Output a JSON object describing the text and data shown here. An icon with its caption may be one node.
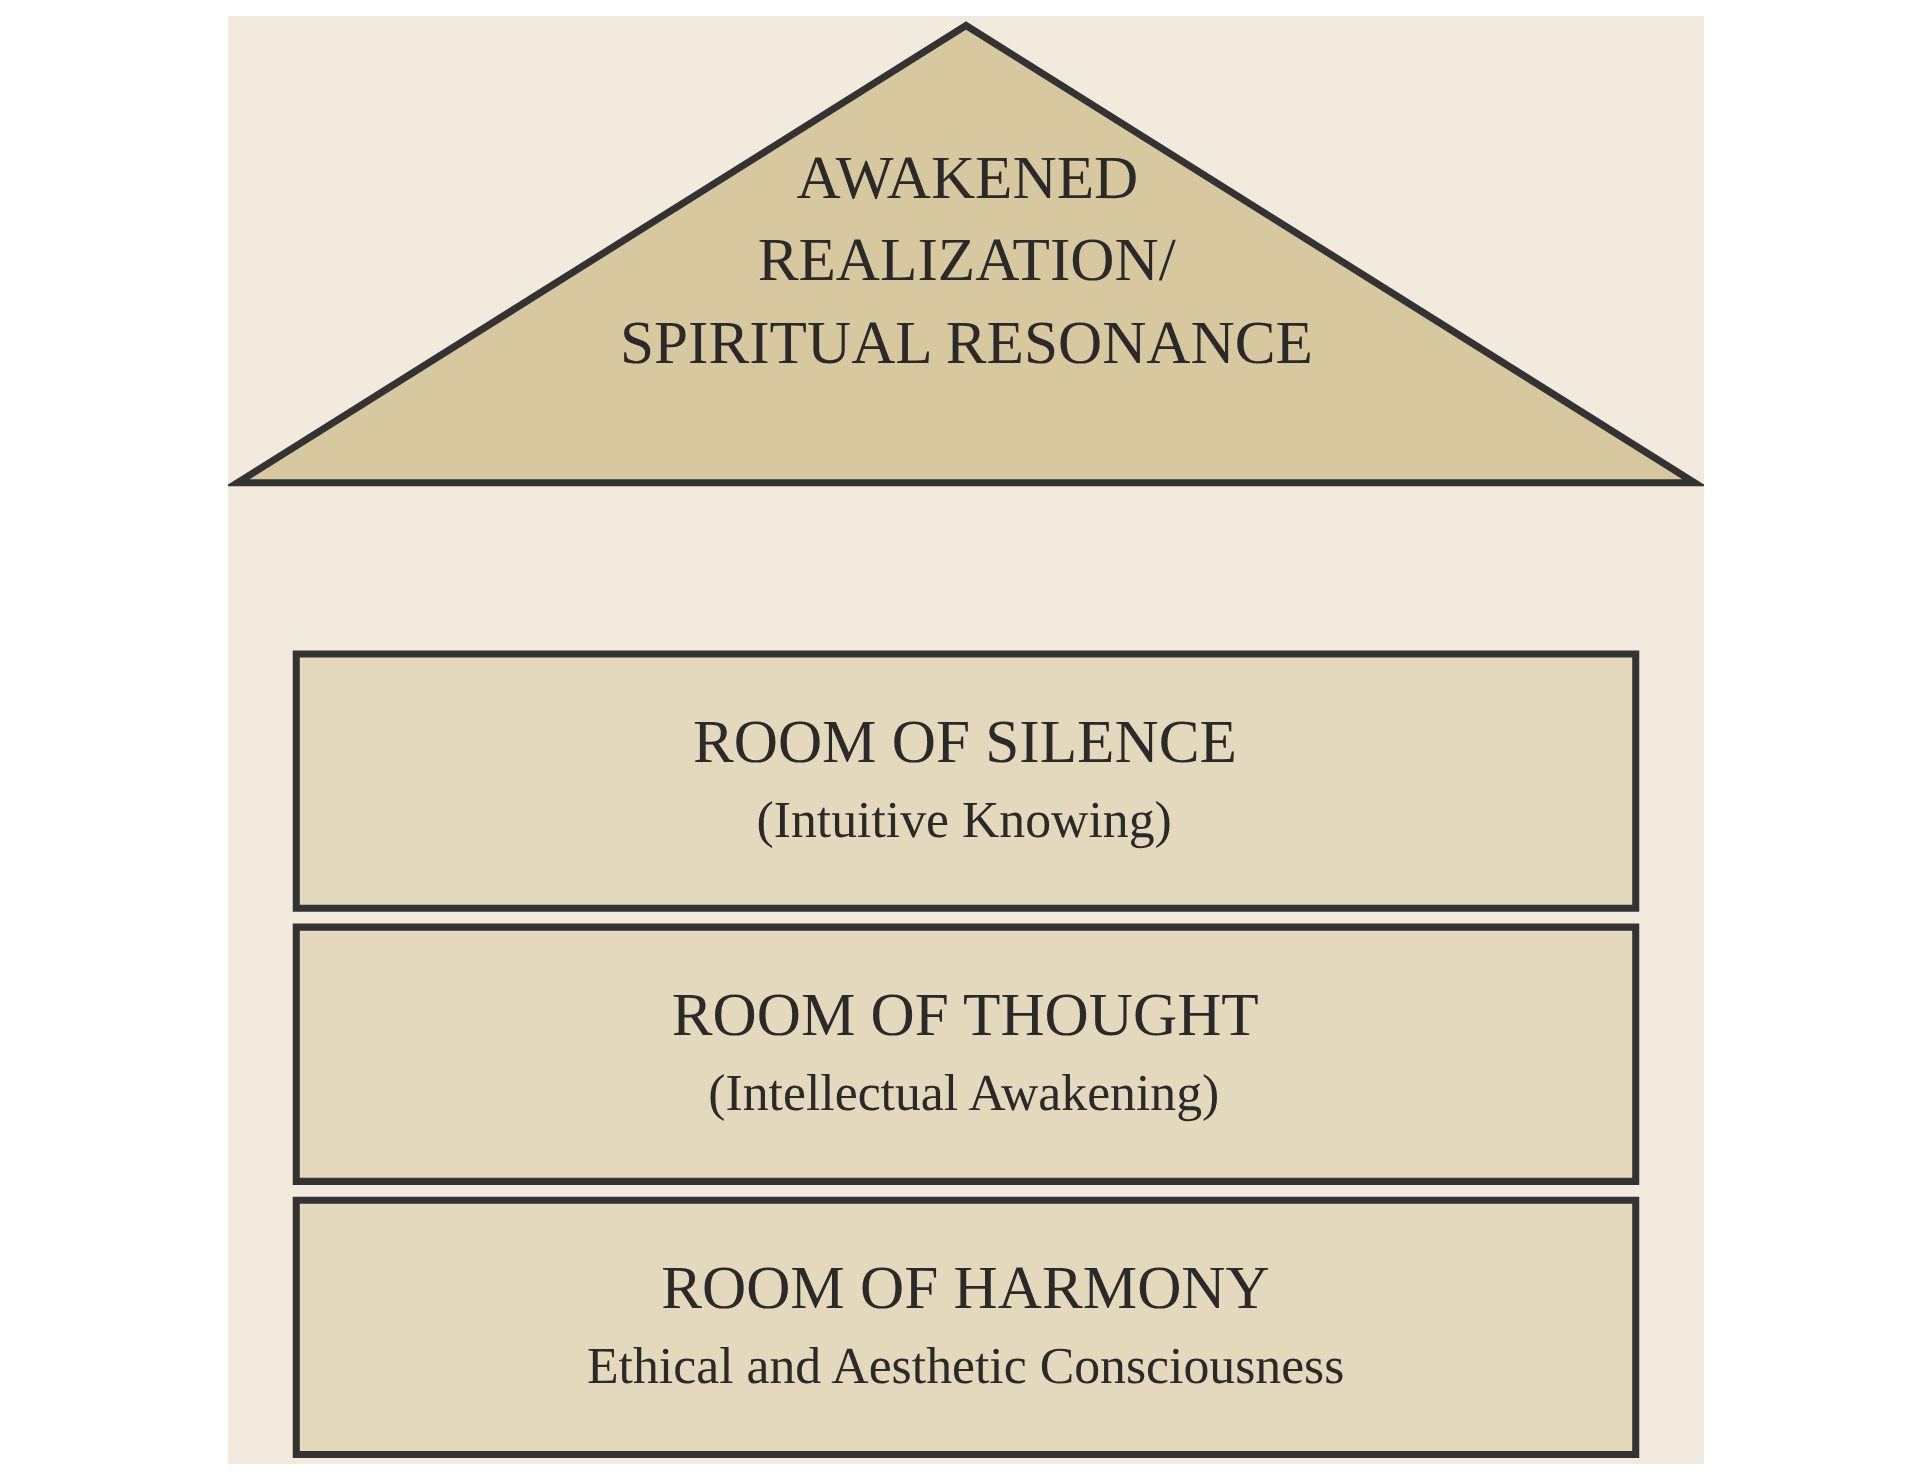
{
  "diagram": {
    "nodes": [
      {
        "text": [
          "AWAKENED REALIZATION/ SPIRITUAL RESONANCE"
        ]
      },
      {
        "text": [
          "ROOM OF SILENCE",
          "(Intuitive Knowing)"
        ]
      },
      {
        "text": [
          "ROOM OF THOUGHT",
          "(Intellectual Awakening)"
        ]
      },
      {
        "text": [
          "ROOM OF HARMONY",
          "Ethical and Aesthetic Consciousness"
        ]
      }
    ]
  }
}
